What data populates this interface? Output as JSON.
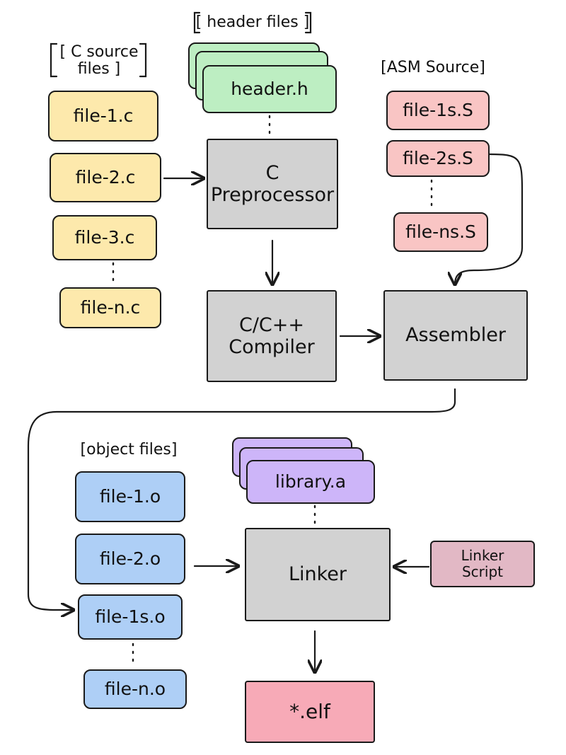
{
  "groups": {
    "c_source": "[ C source files ]",
    "header": "[ header files ]",
    "asm": "[ASM Source]",
    "object": "[object files]"
  },
  "c_files": [
    "file-1.c",
    "file-2.c",
    "file-3.c",
    "file-n.c"
  ],
  "header_file": "header.h",
  "asm_files": [
    "file-1s.S",
    "file-2s.S",
    "file-ns.S"
  ],
  "object_files": [
    "file-1.o",
    "file-2.o",
    "file-1s.o",
    "file-n.o"
  ],
  "library_file": "library.a",
  "linker_script": "Linker Script",
  "stages": {
    "preprocessor": "C Preprocessor",
    "compiler": "C/C++ Compiler",
    "assembler": "Assembler",
    "linker": "Linker"
  },
  "output": "*.elf",
  "colors": {
    "c_source": "#fde9ac",
    "header": "#bdeec2",
    "asm": "#f9c5c4",
    "stage": "#d2d2d2",
    "object": "#aecff6",
    "library": "#cdb5f9",
    "linker_script": "#e2b8c5",
    "output": "#f7aab7"
  }
}
